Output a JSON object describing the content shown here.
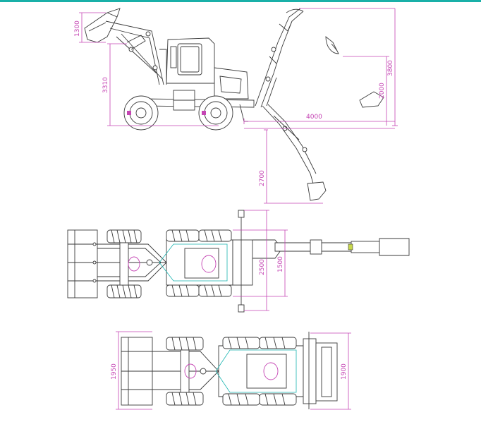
{
  "colors": {
    "line": "#3a3a3a",
    "dimension": "#c545b4",
    "overlay": "#19b4b0",
    "accent_rule": "#19b0a8",
    "background": "#ffffff"
  },
  "dimensions": {
    "bucket_height": "1300",
    "overall_height": "3310",
    "max_reach_height": "3800",
    "mid_height": "2000",
    "dig_reach": "4000",
    "dig_depth": "2700",
    "outrigger_width": "2500",
    "track_width": "1500",
    "loader_width": "1950",
    "rear_width": "1900"
  }
}
